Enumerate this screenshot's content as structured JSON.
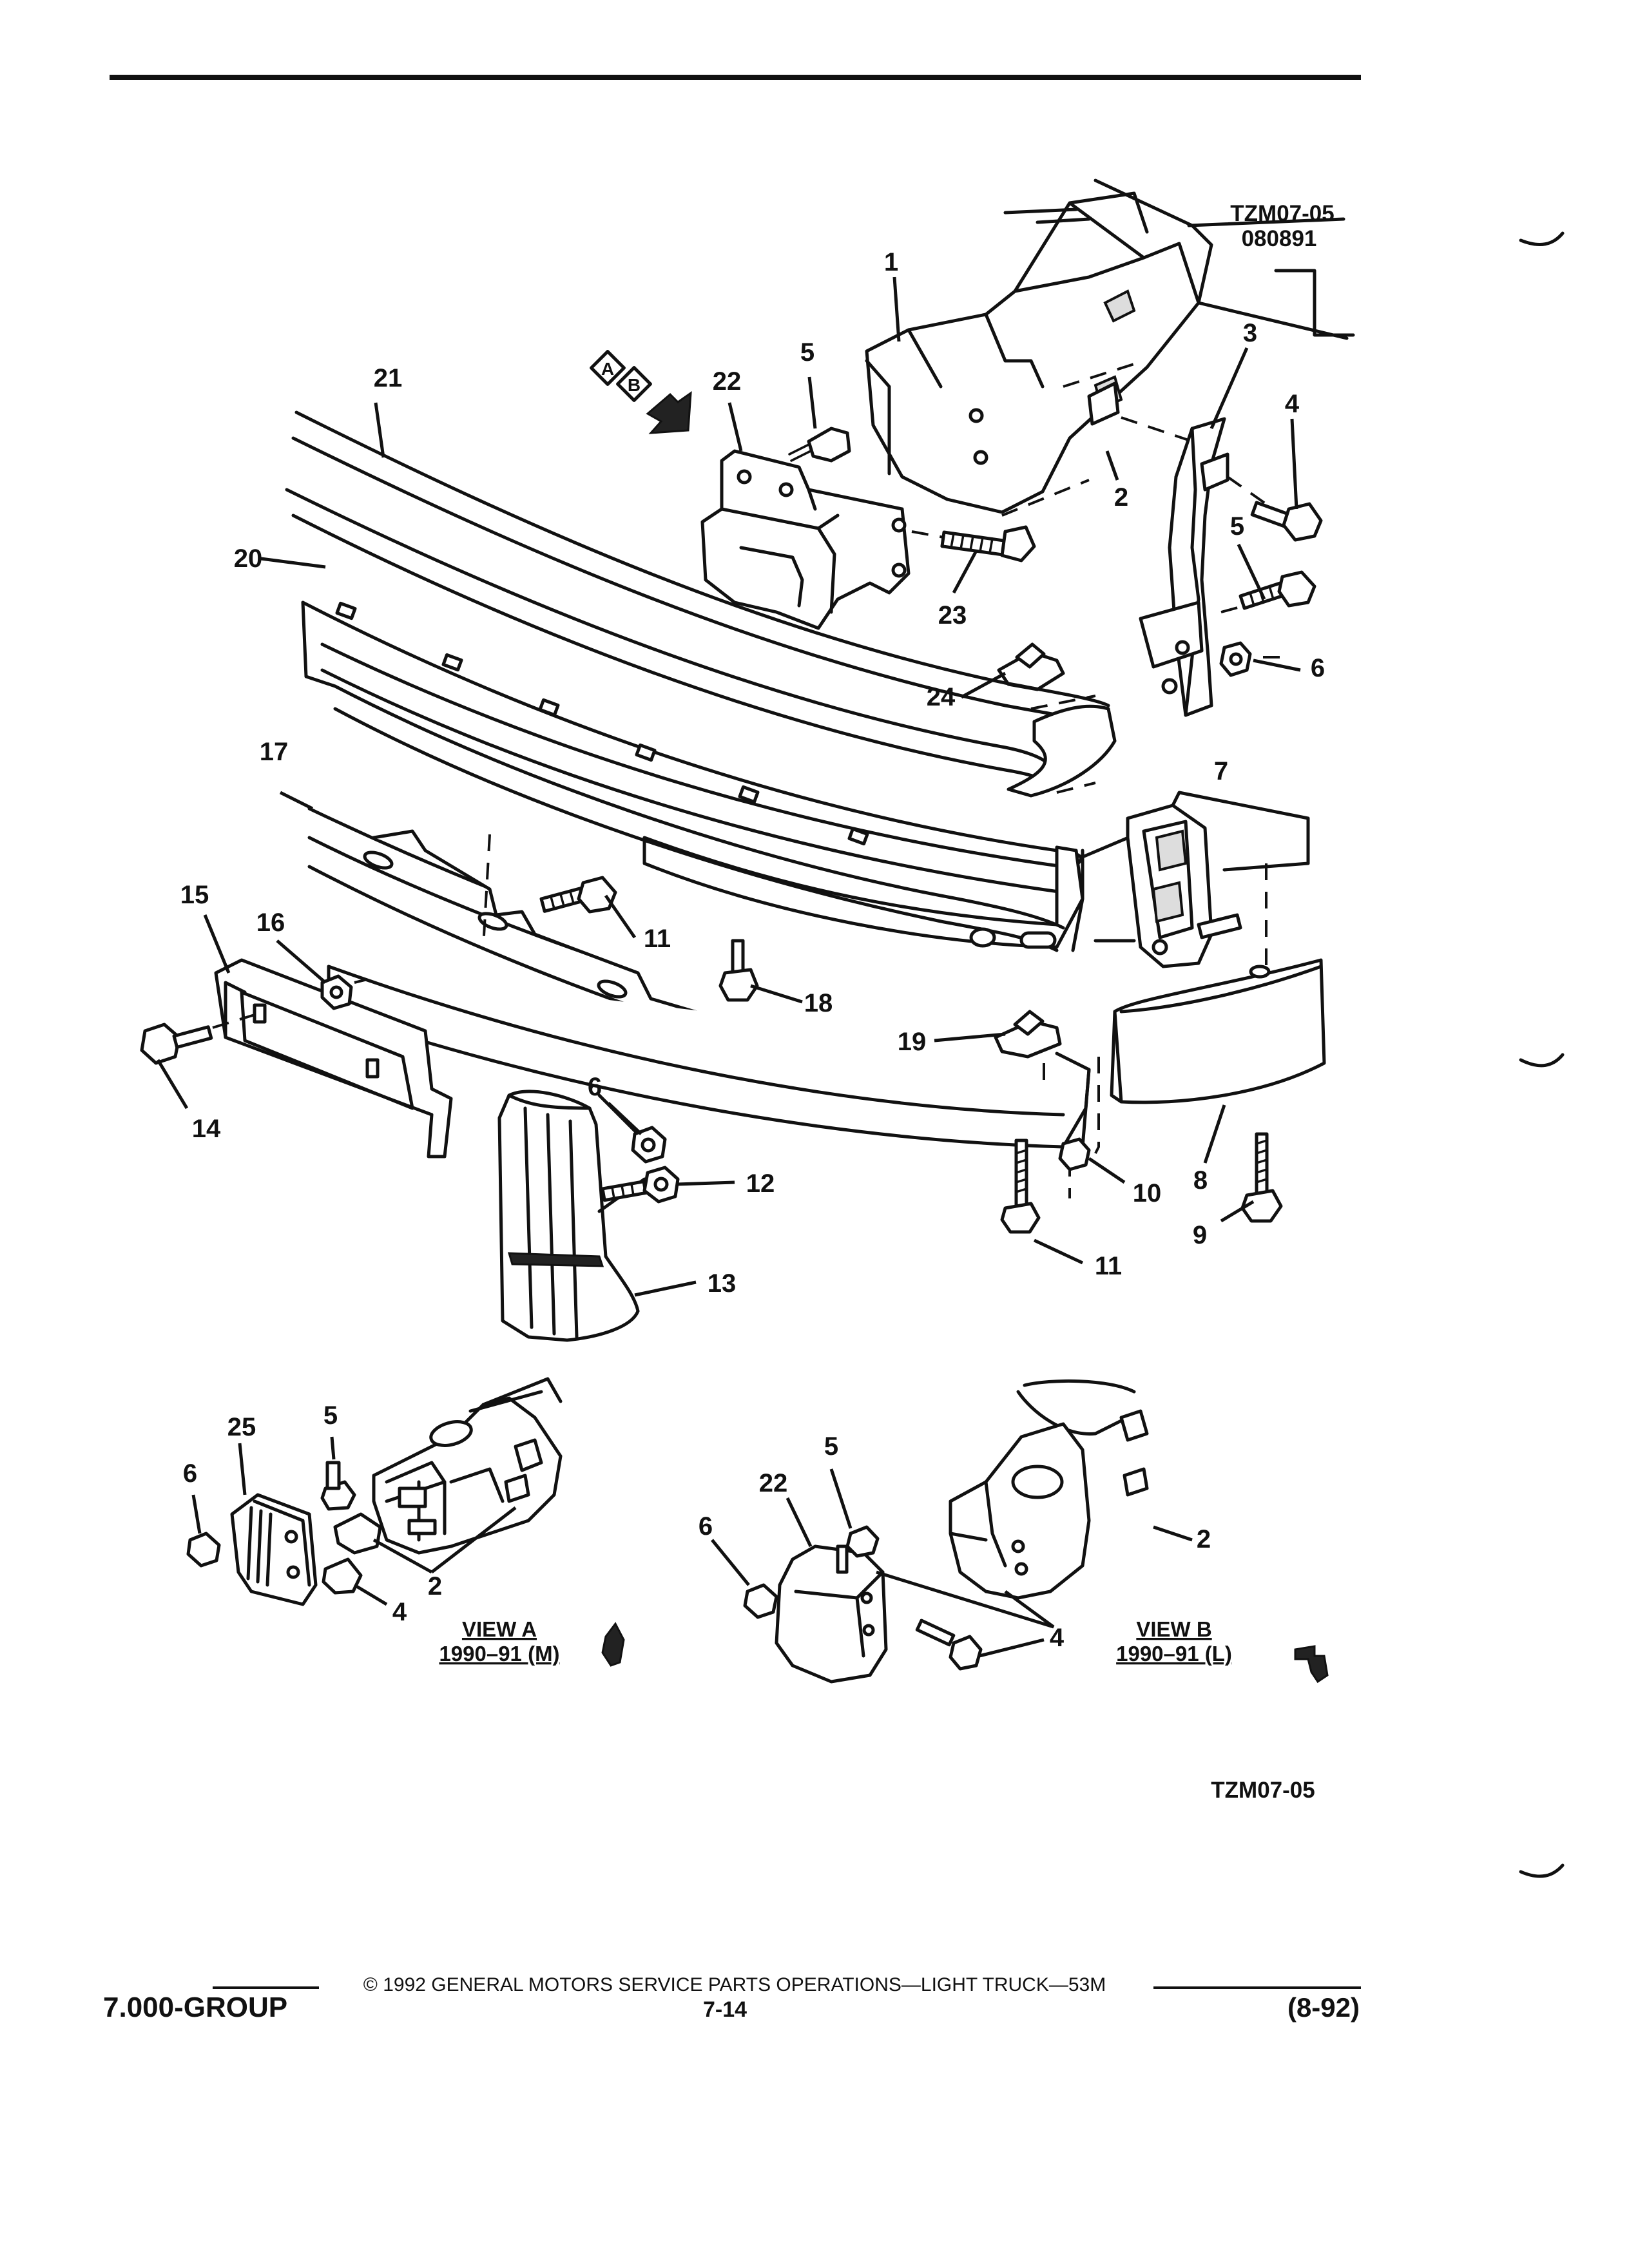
{
  "header": {
    "code": "TZM07-05",
    "date": "080891"
  },
  "arrow_tags": [
    "A",
    "B"
  ],
  "callouts": {
    "c1": "1",
    "c2a": "2",
    "c3": "3",
    "c4a": "4",
    "c5a": "5",
    "c5b": "5",
    "c6a": "6",
    "c6b": "6",
    "c7": "7",
    "c8": "8",
    "c9": "9",
    "c10": "10",
    "c11a": "11",
    "c11b": "11",
    "c12": "12",
    "c13": "13",
    "c14": "14",
    "c15": "15",
    "c16": "16",
    "c17": "17",
    "c18": "18",
    "c19": "19",
    "c20": "20",
    "c21": "21",
    "c22a": "22",
    "c23": "23",
    "c24": "24",
    "va25": "25",
    "va5": "5",
    "va6": "6",
    "va2": "2",
    "va4": "4",
    "vb22": "22",
    "vb5": "5",
    "vb6": "6",
    "vb2": "2",
    "vb4": "4"
  },
  "view_a": {
    "title": "VIEW A",
    "years": "1990–91 (M)"
  },
  "view_b": {
    "title": "VIEW B",
    "years": "1990–91 (L)"
  },
  "figure_id": "TZM07-05",
  "footer": {
    "copyright": "© 1992 GENERAL MOTORS SERVICE PARTS OPERATIONS—LIGHT TRUCK—53M",
    "group": "7.000-GROUP",
    "page": "7-14",
    "revision": "(8-92)"
  }
}
